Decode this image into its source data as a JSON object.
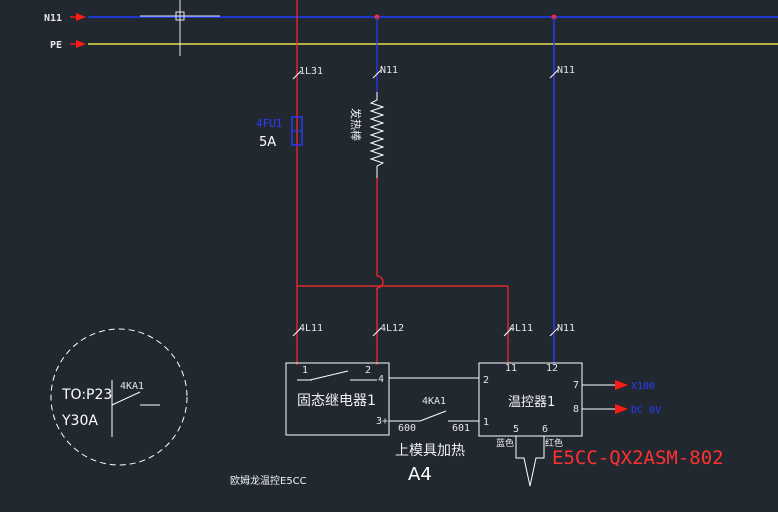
{
  "rails": {
    "n11": "N11",
    "pe": "PE"
  },
  "wires": {
    "l31": "1L31",
    "n11_heater": "N11",
    "n11_right": "N11",
    "l11_left": "4L11",
    "l12": "4L12",
    "l11_mid": "4L11",
    "n11_mid": "N11"
  },
  "fuse": {
    "tag": "4FU1",
    "rating": "5A"
  },
  "heater": {
    "label": "发热棒"
  },
  "ssr": {
    "label": "固态继电器1",
    "pin1": "1",
    "pin2": "2",
    "pin4": "4",
    "pin3": "3+"
  },
  "contact": {
    "label": "4KA1",
    "wire_a": "600",
    "wire_b": "601"
  },
  "controller": {
    "label": "温控器1",
    "pin2": "2",
    "pin1": "1",
    "pin11": "11",
    "pin12": "12",
    "pin7": "7",
    "pin8": "8",
    "pin5": "5",
    "pin6": "6",
    "wire_blue": "蓝色",
    "wire_red": "红色",
    "out7": "X100",
    "out8": "DC 0V",
    "model": "E5CC-QX2ASM-802"
  },
  "heating_note": {
    "title": "上模具加热",
    "code": "A4"
  },
  "brand_note": "欧姆龙温控E5CC",
  "ref_circle": {
    "to": "TO:P23",
    "contact": "4KA1",
    "loc": "Y30A"
  },
  "colors": {
    "background": "#212830",
    "n11_line": "#1f3cff",
    "pe_line": "#e6e04a",
    "phase_line": "#ff2a2a",
    "neutral_line": "#2a3cff",
    "component": "#ffffff",
    "arrow": "#ff1a1a",
    "model_text": "#ff3030"
  }
}
